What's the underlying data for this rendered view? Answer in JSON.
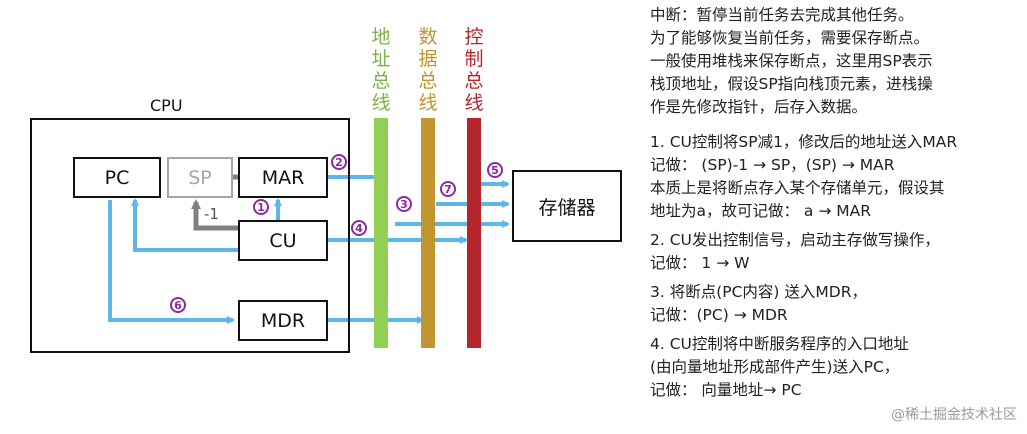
{
  "diagram": {
    "cpu_label": "CPU",
    "units": {
      "pc": "PC",
      "sp": "SP",
      "mar": "MAR",
      "cu": "CU",
      "mdr": "MDR",
      "memory": "存储器"
    },
    "minus_one": "-1",
    "buses": [
      {
        "label_chars": [
          "地",
          "址",
          "总",
          "线"
        ],
        "color": "#92cf55",
        "text_color": "#7ab344"
      },
      {
        "label_chars": [
          "数",
          "据",
          "总",
          "线"
        ],
        "color": "#c19530",
        "text_color": "#c19530"
      },
      {
        "label_chars": [
          "控",
          "制",
          "总",
          "线"
        ],
        "color": "#b5262c",
        "text_color": "#b5262c"
      }
    ],
    "step_markers": [
      "1",
      "2",
      "3",
      "4",
      "5",
      "6",
      "7"
    ],
    "colors": {
      "arrow_blue": "#5db6ea",
      "arrow_gray": "#808080",
      "marker_purple": "#8a2a9e"
    }
  },
  "notes": {
    "intro": [
      "中断：暂停当前任务去完成其他任务。",
      "为了能够恢复当前任务，需要保存断点。",
      "一般使用堆栈来保存断点，这里用SP表示",
      "栈顶地址，假设SP指向栈顶元素，进栈操",
      "作是先修改指针，后存入数据。"
    ],
    "step1": [
      "1. CU控制将SP减1，修改后的地址送入MAR",
      "记做： (SP)-1 → SP，(SP) → MAR",
      "本质上是将断点存入某个存储单元，假设其",
      "地址为a，故可记做： a → MAR"
    ],
    "step2": [
      "2. CU发出控制信号，启动主存做写操作，",
      "记做： 1 → W"
    ],
    "step3": [
      "3. 将断点(PC内容) 送入MDR，",
      "记做：(PC) → MDR"
    ],
    "step4": [
      "4. CU控制将中断服务程序的入口地址",
      "(由向量地址形成部件产生)送入PC，",
      "记做： 向量地址→ PC"
    ]
  },
  "watermark": "@稀土掘金技术社区"
}
